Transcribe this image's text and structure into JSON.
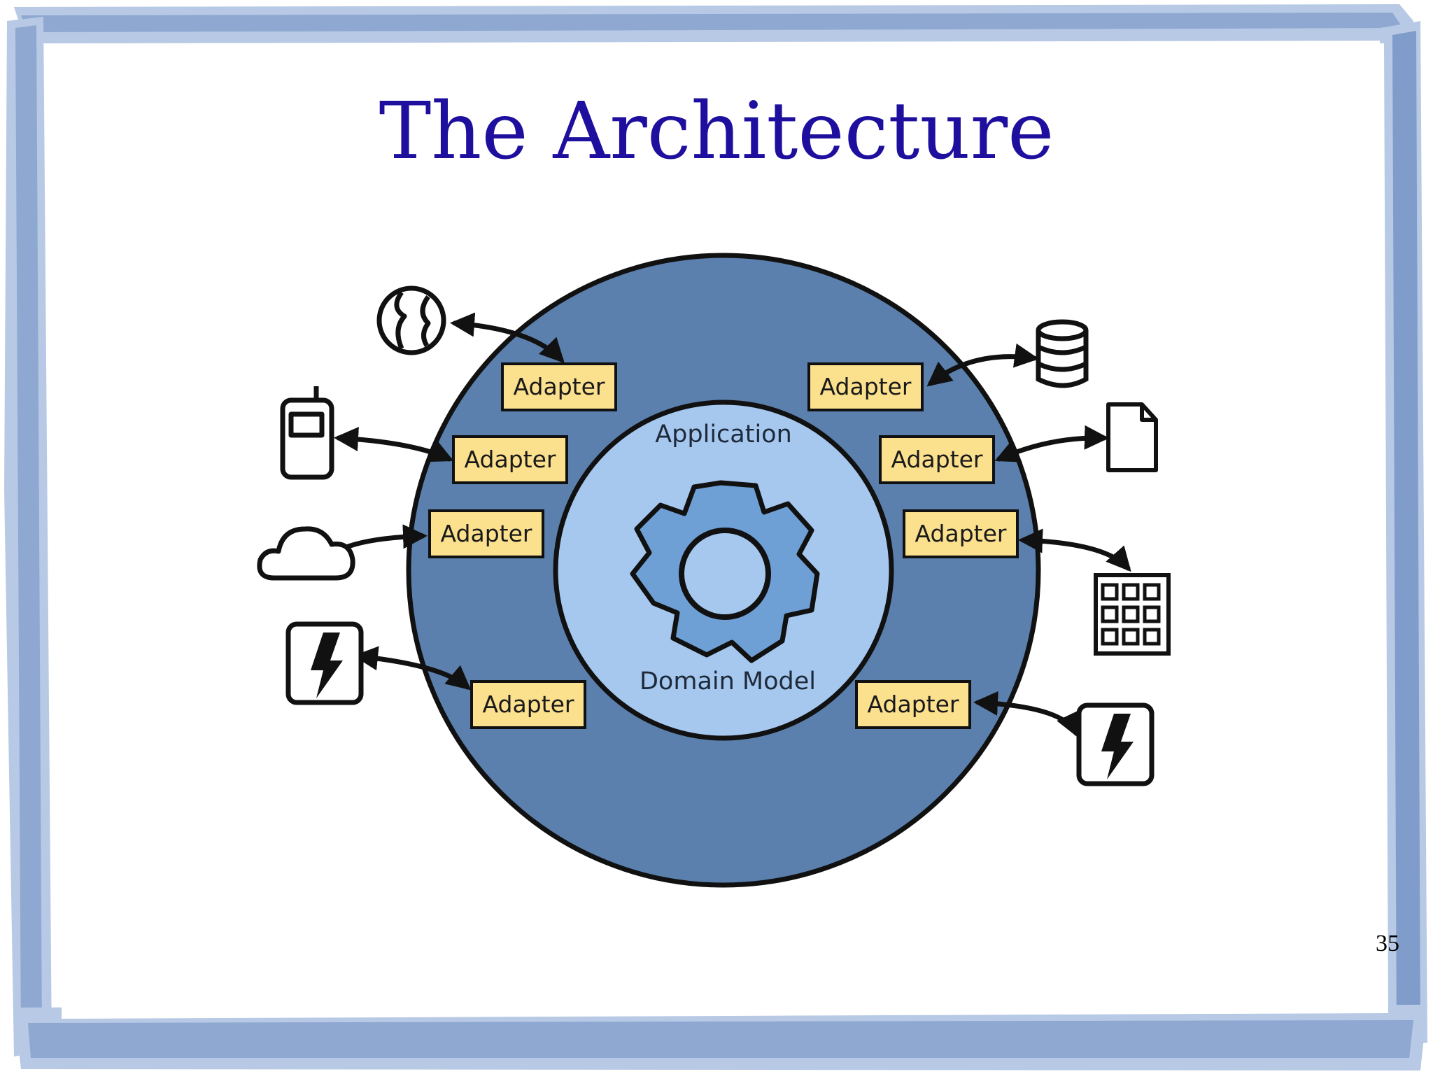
{
  "slide": {
    "title": "The Architecture",
    "page_number": "35"
  },
  "diagram": {
    "layers": {
      "application": "Application",
      "domain_model": "Domain Model"
    },
    "adapter_label": "Adapter",
    "adapters": [
      {
        "label": "Adapter",
        "connects_to": "globe-icon"
      },
      {
        "label": "Adapter",
        "connects_to": "mobile-phone-icon"
      },
      {
        "label": "Adapter",
        "connects_to": "cloud-icon"
      },
      {
        "label": "Adapter",
        "connects_to": "lightning-event-icon"
      },
      {
        "label": "Adapter",
        "connects_to": "database-icon"
      },
      {
        "label": "Adapter",
        "connects_to": "document-icon"
      },
      {
        "label": "Adapter",
        "connects_to": "grid-app-icon"
      },
      {
        "label": "Adapter",
        "connects_to": "lightning-event-icon"
      }
    ],
    "colors": {
      "outer_ring": "#5b80ad",
      "application_ring": "#a6c8ef",
      "gear": "#6ea0d6",
      "adapter_fill": "#fbe08d",
      "title": "#1e0f9e"
    }
  }
}
